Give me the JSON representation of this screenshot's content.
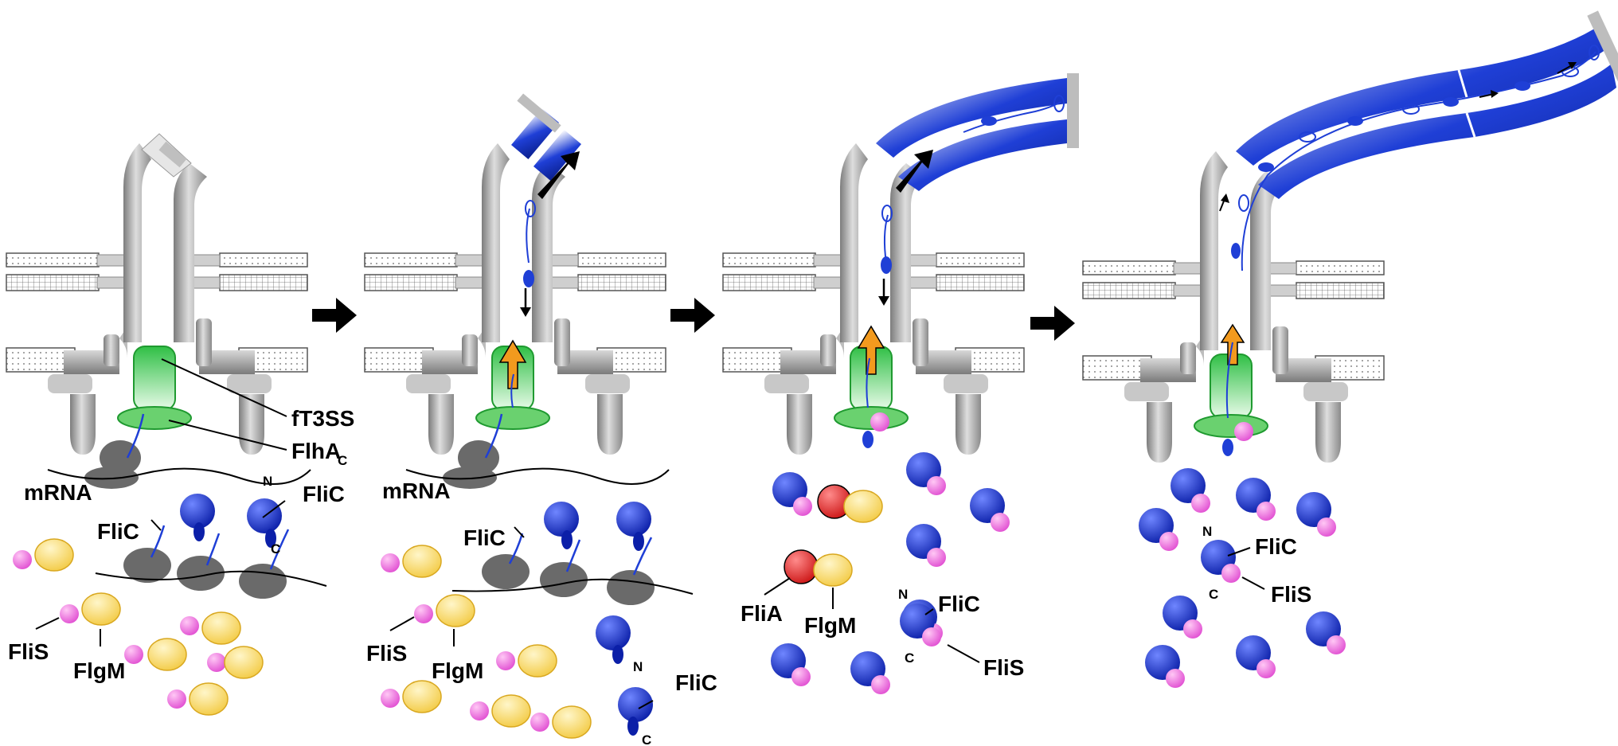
{
  "labels": {
    "ft3ss": "fT3SS",
    "flha": "FlhA",
    "flha_sub": "C",
    "mrna": "mRNA",
    "flic": "FliC",
    "flis": "FliS",
    "flgm": "FlgM",
    "flia": "FliA",
    "n": "N",
    "c": "C"
  },
  "colors": {
    "flic": "#1f3fd6",
    "flis": "#f06ae0",
    "flgm": "#f5d24a",
    "flia": "#e02020",
    "export": "#34c34a",
    "ring": "#a0a0a0",
    "filament": "#1f3fd6",
    "ribosome": "#6a6a6a",
    "arrow_transport": "#f29a1e"
  },
  "icons": [
    "step-arrow-icon",
    "export-arrow-icon",
    "secretion-arrow-icon"
  ]
}
